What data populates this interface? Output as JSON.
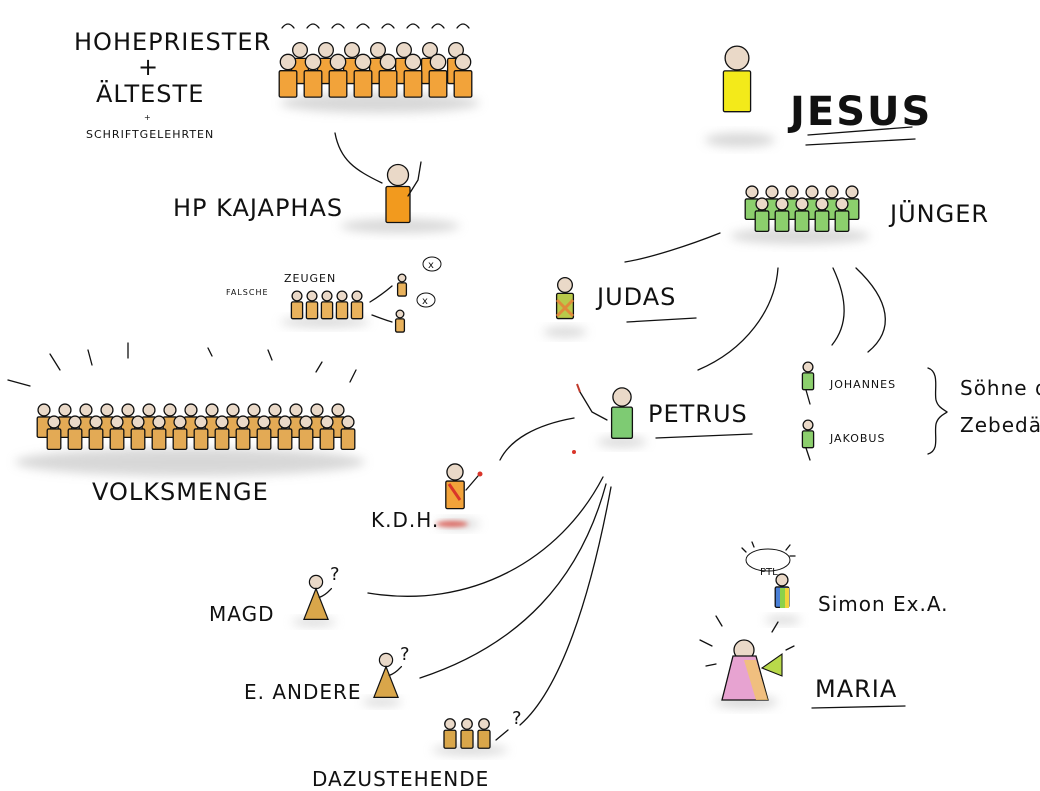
{
  "colors": {
    "leaders": "#f2a33a",
    "kajaphas": "#f29a1e",
    "witnesses": "#e9b25c",
    "crowd": "#e3aa55",
    "jesus": "#f3ea1a",
    "disciples": "#8ccf6d",
    "judas_a": "#b9c94a",
    "judas_b": "#e08a3a",
    "petrus": "#7ecb73",
    "women": "#d9a64a",
    "skin": "#ead9c8",
    "blood": "#d9352a",
    "simon_a": "#4a7fd6",
    "simon_b": "#8bd14a",
    "simon_c": "#f2d43a",
    "maria_a": "#e7a3d1",
    "maria_b": "#b9d94a",
    "maria_c": "#f3c66a"
  },
  "labels": {
    "hohepriester": "HOHEPRIESTER",
    "plus1": "+",
    "aelteste": "ÄLTESTE",
    "plus2": "+",
    "schriftgelehrten": "SCHRIFTGELEHRTEN",
    "kajaphas": "HP KAJAPHAS",
    "falsche": "FALSCHE",
    "zeugen": "ZEUGEN",
    "x1": "x",
    "x2": "x",
    "volksmenge": "VOLKSMENGE",
    "jesus": "JESUS",
    "juenger": "JÜNGER",
    "judas": "JUDAS",
    "petrus": "PETRUS",
    "johannes": "JOHANNES",
    "jakobus": "JAKOBUS",
    "soehne1": "Söhne d.",
    "soehne2": "Zebedäus",
    "kdh": "K.D.H.",
    "magd": "MAGD",
    "andere": "E. ANDERE",
    "dazustehende": "DAZUSTEHENDE",
    "simon": "Simon Ex.A.",
    "ptl": "PTL",
    "maria": "MARIA",
    "q1": "?",
    "q2": "?",
    "q3": "?"
  },
  "groups": {
    "leaders": {
      "count_row1": 8,
      "count_row2": 7
    },
    "witnesses": {
      "count": 5
    },
    "crowd": {
      "count": 30
    },
    "disciples": {
      "count": 11
    },
    "dazustehende": {
      "count": 3
    }
  }
}
